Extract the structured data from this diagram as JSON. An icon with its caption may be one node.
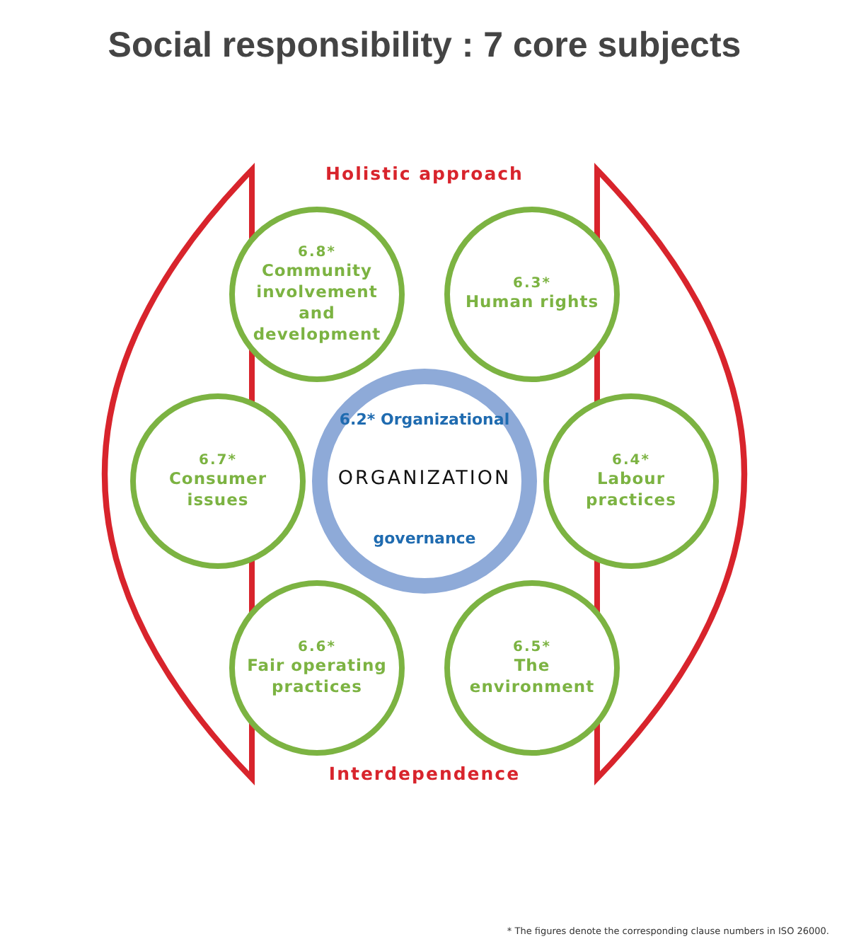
{
  "diagram": {
    "title": "Social responsibility : 7 core subjects",
    "caption": "* The figures denote the corresponding clause numbers in ISO 26000.",
    "nodes": [
      {
        "text": [
          "6.2* Organizational",
          "ORGANIZATION",
          "governance"
        ]
      },
      {
        "text": [
          "6.8*",
          "Community involvement and development"
        ]
      },
      {
        "text": [
          "6.3*",
          "Human rights"
        ]
      },
      {
        "text": [
          "6.7*",
          "Consumer issues"
        ]
      },
      {
        "text": [
          "6.4*",
          "Labour practices"
        ]
      },
      {
        "text": [
          "6.6*",
          "Fair operating practices"
        ]
      },
      {
        "text": [
          "6.5*",
          "The environment"
        ]
      }
    ],
    "edges": [],
    "labels": [
      "Holistic approach",
      "Interdependence"
    ]
  }
}
